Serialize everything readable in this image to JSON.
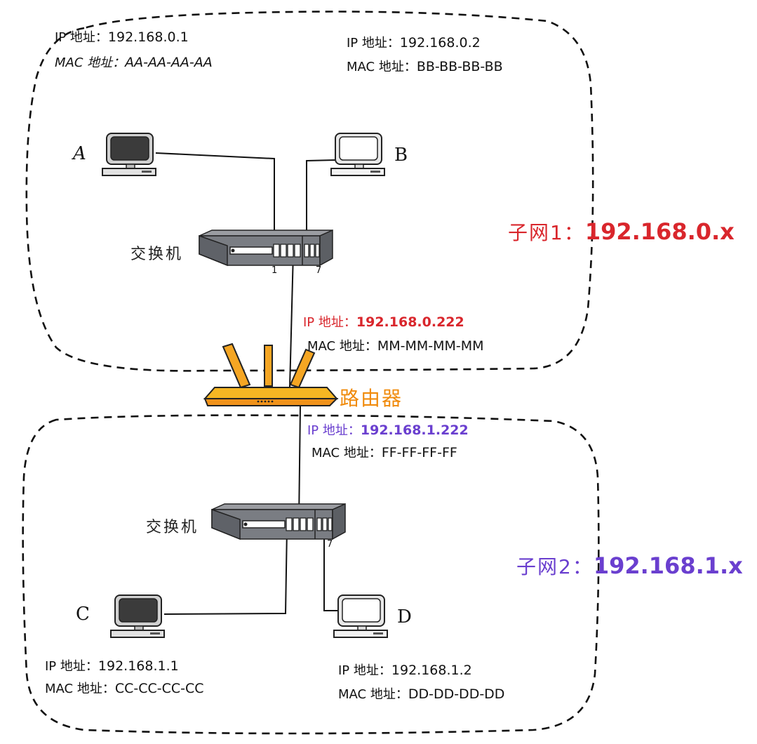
{
  "subnet1": {
    "prefix": "子网1：",
    "value": "192.168.0.x",
    "color": "#d9262c",
    "hosts": [
      {
        "name": "A",
        "ip_label": "IP 地址：",
        "ip": "192.168.0.1",
        "mac_label": "MAC 地址：",
        "mac": "AA-AA-AA-AA"
      },
      {
        "name": "B",
        "ip_label": "IP 地址：",
        "ip": "192.168.0.2",
        "mac_label": "MAC 地址：",
        "mac": "BB-BB-BB-BB"
      }
    ],
    "switch": {
      "label": "交换机",
      "port_left": "1",
      "port_right": "7"
    }
  },
  "router": {
    "label": "路由器",
    "color": "#f5a623",
    "iface1": {
      "ip_label": "IP 地址：",
      "ip": "192.168.0.222",
      "mac_label": "MAC 地址：",
      "mac": "MM-MM-MM-MM"
    },
    "iface2": {
      "ip_label": "IP 地址：",
      "ip": "192.168.1.222",
      "mac_label": "MAC 地址：",
      "mac": "FF-FF-FF-FF"
    }
  },
  "subnet2": {
    "prefix": "子网2：",
    "value": "192.168.1.x",
    "color": "#6a3fcf",
    "hosts": [
      {
        "name": "C",
        "ip_label": "IP 地址：",
        "ip": "192.168.1.1",
        "mac_label": "MAC 地址：",
        "mac": "CC-CC-CC-CC"
      },
      {
        "name": "D",
        "ip_label": "IP 地址：",
        "ip": "192.168.1.2",
        "mac_label": "MAC 地址：",
        "mac": "DD-DD-DD-DD"
      }
    ],
    "switch": {
      "label": "交换机",
      "port_right": "7"
    }
  }
}
